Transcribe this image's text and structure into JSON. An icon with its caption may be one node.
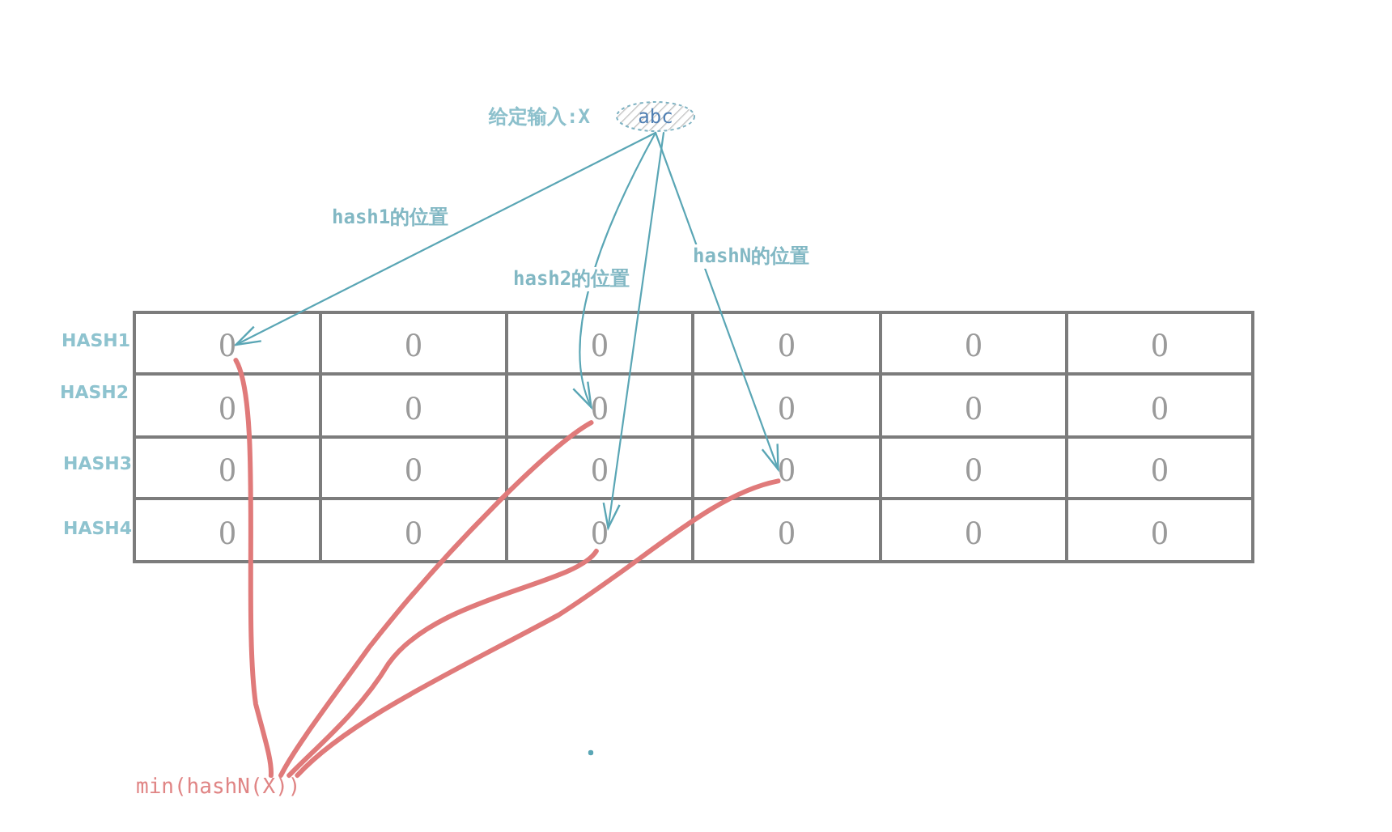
{
  "diagram": {
    "nodes": [
      {
        "text": [
          "abc"
        ],
        "beside": [
          "给定输入:X"
        ]
      },
      {
        "text": [
          "0"
        ]
      },
      {
        "text": [
          "0"
        ]
      },
      {
        "text": [
          "0"
        ]
      },
      {
        "text": [
          "0"
        ]
      },
      {
        "text": [
          "0"
        ]
      },
      {
        "text": [
          "0"
        ]
      },
      {
        "text": [
          "0"
        ]
      },
      {
        "text": [
          "0"
        ]
      },
      {
        "text": [
          "0"
        ]
      },
      {
        "text": [
          "0"
        ]
      },
      {
        "text": [
          "0"
        ]
      },
      {
        "text": [
          "0"
        ]
      },
      {
        "text": [
          "0"
        ]
      },
      {
        "text": [
          "0"
        ]
      },
      {
        "text": [
          "0"
        ]
      },
      {
        "text": [
          "0"
        ]
      },
      {
        "text": [
          "0"
        ]
      },
      {
        "text": [
          "0"
        ]
      },
      {
        "text": [
          "0"
        ]
      },
      {
        "text": [
          "0"
        ]
      },
      {
        "text": [
          "0"
        ]
      },
      {
        "text": [
          "0"
        ]
      },
      {
        "text": [
          "0"
        ]
      },
      {
        "text": [
          "0"
        ]
      },
      {
        "text": [
          "min(hashN(X))"
        ]
      }
    ],
    "edges": [
      {
        "from": 0,
        "to": 1,
        "arrow": "to",
        "label": "hash1的位置"
      },
      {
        "from": 0,
        "to": 9,
        "arrow": "to",
        "label": "hash2的位置"
      },
      {
        "from": 0,
        "to": 21,
        "arrow": "to"
      },
      {
        "from": 0,
        "to": 16,
        "arrow": "to",
        "label": "hashN的位置"
      },
      {
        "from": 1,
        "to": 25,
        "arrow": "none",
        "style": "thick",
        "color": "#e07a7a"
      },
      {
        "from": 9,
        "to": 25,
        "arrow": "none",
        "style": "thick",
        "color": "#e07a7a"
      },
      {
        "from": 21,
        "to": 25,
        "arrow": "none",
        "style": "thick",
        "color": "#e07a7a"
      },
      {
        "from": 16,
        "to": 25,
        "arrow": "none",
        "style": "thick",
        "color": "#e07a7a"
      }
    ],
    "labels": [
      "HASH1",
      "HASH2",
      "HASH3",
      "HASH4"
    ]
  }
}
